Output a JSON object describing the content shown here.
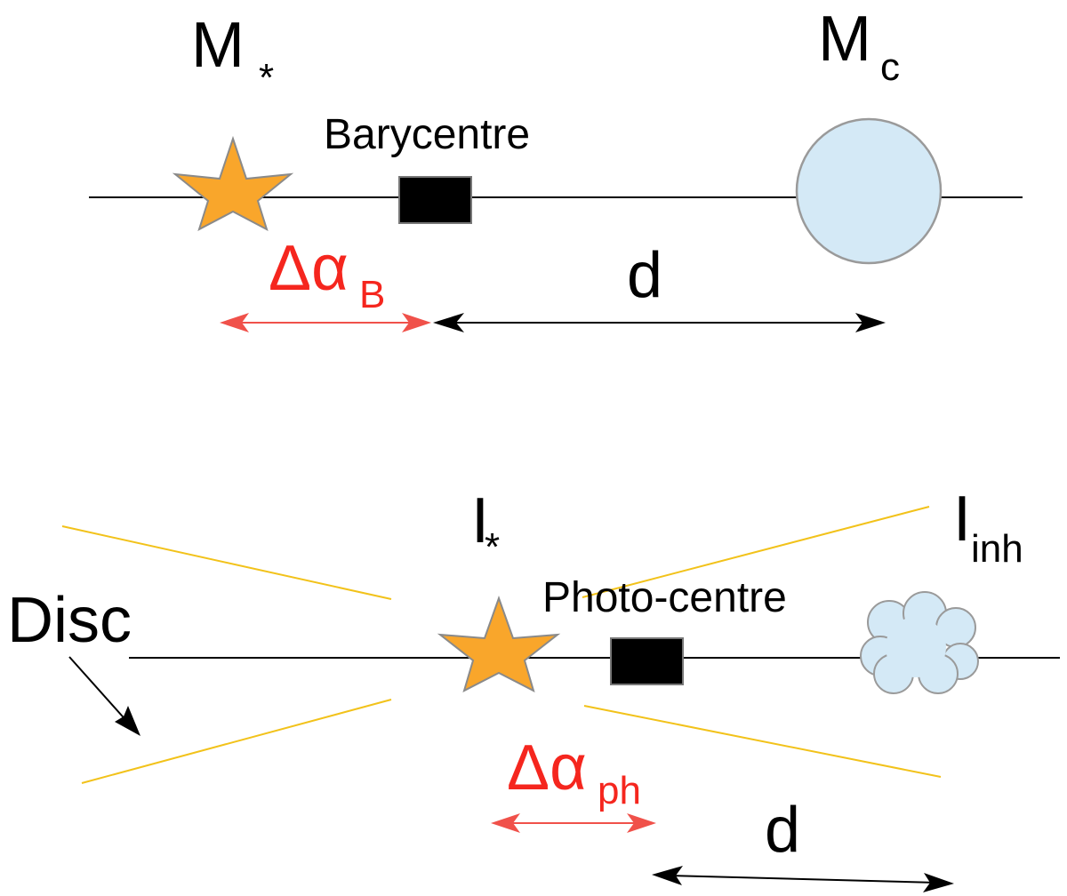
{
  "colors": {
    "star_fill": "#f9a62b",
    "star_stroke": "#8a8a8a",
    "companion_fill": "#d4e9f6",
    "companion_stroke": "#9a9a9a",
    "disc_line": "#f2c21a",
    "offset_red": "#f5261e",
    "arrow_red": "#f0514a",
    "black": "#000000"
  },
  "icons": {
    "star": "five-point-star-icon",
    "planet": "circle-companion-icon",
    "cloud": "cloud-inhomogeneity-icon",
    "centre_marker": "black-rectangle-marker"
  },
  "top_panel": {
    "star_label_main": "M",
    "star_label_sub": "*",
    "companion_label_main": "M",
    "companion_label_sub": "c",
    "centre_label": "Barycentre",
    "offset_label_main": "Δα",
    "offset_label_sub": "B",
    "distance_label": "d"
  },
  "bottom_panel": {
    "star_label_main": "I",
    "star_label_sub": "*",
    "inhomogeneity_label_main": "I",
    "inhomogeneity_label_sub": "inh",
    "centre_label": "Photo-centre",
    "disc_label": "Disc",
    "offset_label_main": "Δα",
    "offset_label_sub": "ph",
    "distance_label": "d"
  }
}
